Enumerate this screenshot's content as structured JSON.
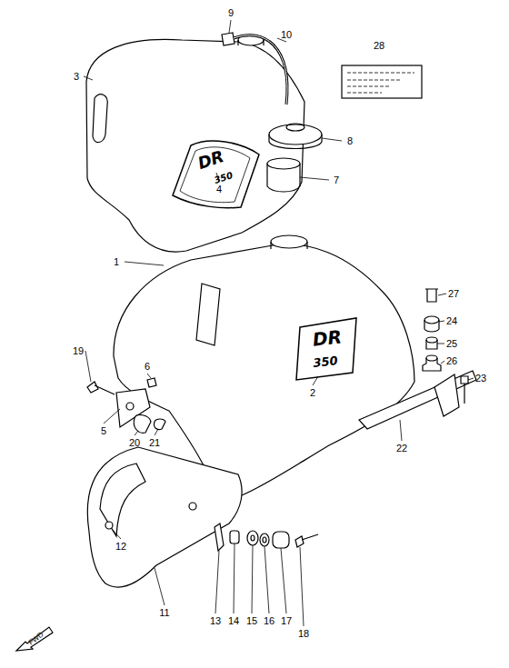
{
  "diagram": {
    "labels": [
      "9",
      "10",
      "28",
      "3",
      "8",
      "4",
      "DR",
      "350",
      "7",
      "1",
      "27",
      "24",
      "25",
      "DR",
      "350",
      "26",
      "19",
      "6",
      "23",
      "2",
      "5",
      "20",
      "21",
      "22",
      "12",
      "11",
      "13",
      "14",
      "15",
      "16",
      "17",
      "18",
      "FWD"
    ]
  }
}
